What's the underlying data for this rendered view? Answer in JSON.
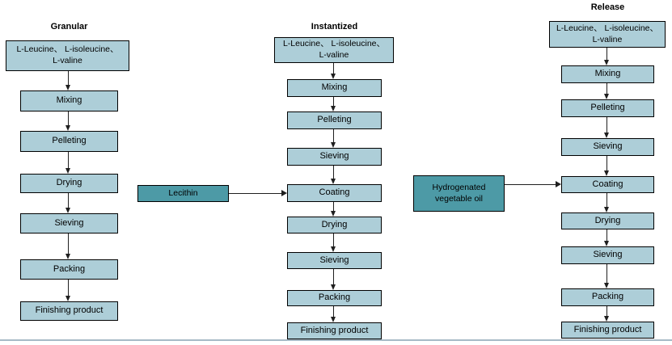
{
  "colors": {
    "box_fill": "#adced8",
    "box_border": "#000000",
    "input_fill": "#4d9aa6",
    "arrow": "#1f1f1f",
    "divider": "#a7bac6",
    "text": "#000000",
    "background": "#ffffff"
  },
  "flows": [
    {
      "title": "Granular",
      "materials": "L-Leucine、 L-isoleucine、\nL-valine",
      "steps": [
        "Mixing",
        "Pelleting",
        "Drying",
        "Sieving",
        "Packing",
        "Finishing product"
      ]
    },
    {
      "title": "Instantized",
      "materials": "L-Leucine、 L-isoleucine、\nL-valine",
      "steps": [
        "Mixing",
        "Pelleting",
        "Sieving",
        "Coating",
        "Drying",
        "Sieving",
        "Packing",
        "Finishing product"
      ]
    },
    {
      "title": "Release",
      "materials": "L-Leucine、 L-isoleucine、\nL-valine",
      "steps": [
        "Mixing",
        "Pelleting",
        "Sieving",
        "Coating",
        "Drying",
        "Sieving",
        "Packing",
        "Finishing product"
      ]
    }
  ],
  "side_inputs": [
    {
      "label": "Lecithin",
      "target_flow": "Instantized",
      "target_step": "Coating"
    },
    {
      "label": "Hydrogenated\nvegetable oil",
      "target_flow": "Release",
      "target_step": "Coating"
    }
  ]
}
